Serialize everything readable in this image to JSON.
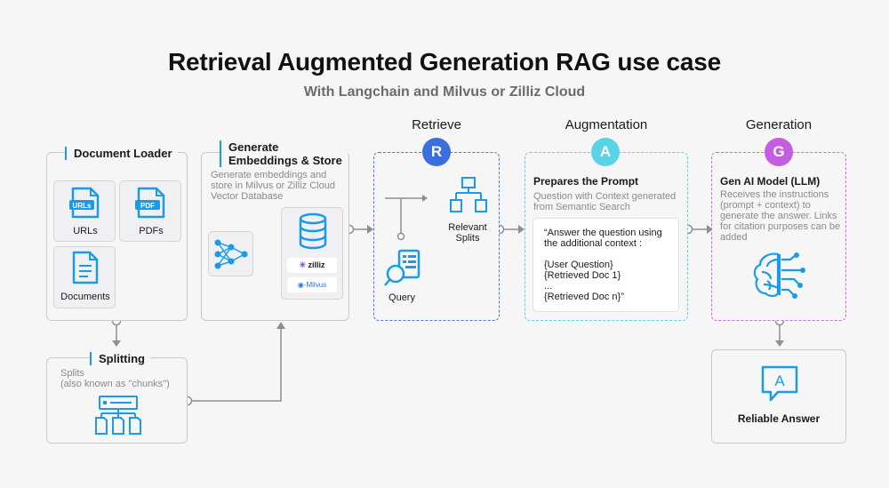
{
  "title": "Retrieval Augmented Generation RAG use case",
  "subtitle": "With Langchain and Milvus or Zilliz Cloud",
  "loader": {
    "heading": "Document Loader",
    "items": [
      "URLs",
      "PDFs",
      "Documents"
    ],
    "icon_texts": [
      "URLs",
      "PDF"
    ]
  },
  "embed": {
    "heading_line1": "Generate",
    "heading_line2": "Embeddings & Store",
    "desc": "Generate embeddings and store in Milvus or Zilliz Cloud Vector Database",
    "logo1": "zilliz",
    "logo2": "Milvus"
  },
  "splitting": {
    "heading": "Splitting",
    "desc_line1": "Splits",
    "desc_line2": "(also known as \"chunks\")"
  },
  "retrieve": {
    "title": "Retrieve",
    "badge": "R",
    "relevant_line1": "Relevant",
    "relevant_line2": "Splits",
    "query": "Query"
  },
  "augmentation": {
    "title": "Augmentation",
    "badge": "A",
    "heading": "Prepares the Prompt",
    "desc": "Question with Context generated from Semantic Search",
    "quote": "“Answer the question using the additional context :\n\n{User Question}\n{Retrieved Doc 1}\n...\n{Retrieved Doc n}”"
  },
  "generation": {
    "title": "Generation",
    "badge": "G",
    "heading": "Gen AI Model (LLM)",
    "desc": "Receives the instructions (prompt + context) to generate the answer. Links for citation purposes can be added"
  },
  "answer": {
    "label": "Reliable Answer",
    "icon_letter": "A"
  },
  "colors": {
    "icon_blue": "#1a9be8",
    "retrieve": "#3b6fe0",
    "augment": "#5ad3e6",
    "generate": "#c45ee0",
    "connector": "#8e8e92"
  }
}
